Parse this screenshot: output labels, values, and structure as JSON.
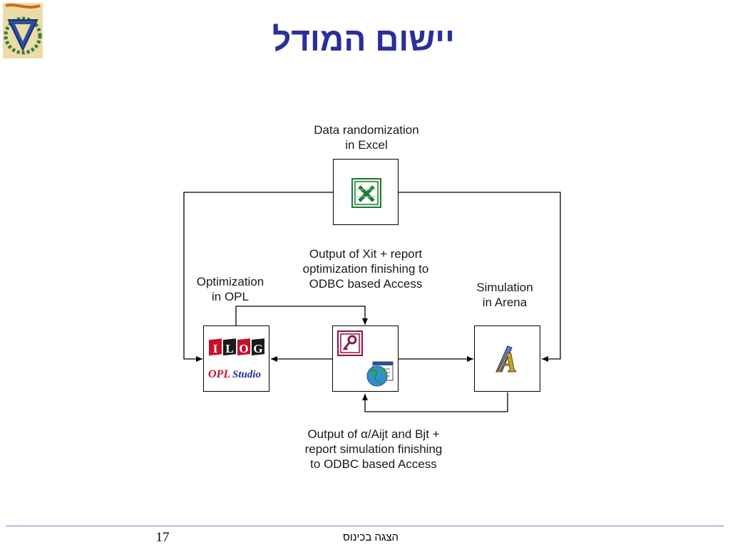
{
  "slide": {
    "title": "יישום המודל",
    "page_number": "17",
    "footer_text": "הצגה בכינוס"
  },
  "nodes": {
    "excel": {
      "label_line1": "Data randomization",
      "label_line2": "in Excel",
      "icon": "excel-icon"
    },
    "opl": {
      "label_line1": "Optimization",
      "label_line2": "in OPL",
      "logo_top": "ILOG",
      "logo_bottom": "OPL Studio",
      "icon": "ilog-opl-studio-logo"
    },
    "access": {
      "icon": "access-odbc-icon"
    },
    "arena": {
      "label_line1": "Simulation",
      "label_line2": "in Arena",
      "icon": "arena-icon"
    }
  },
  "annotations": {
    "top": {
      "line1": "Output of  Xit + report",
      "line2": "optimization finishing to",
      "line3": "ODBC based Access"
    },
    "bottom": {
      "line1": "Output of α/Aijt and Bjt +",
      "line2": "report simulation finishing",
      "line3": "to ODBC based Access"
    }
  },
  "colors": {
    "title": "#2a2f9a",
    "footer_line": "#7a7fc6",
    "excel_green": "#1e7b34",
    "ilog_red": "#c8102e",
    "access_maroon": "#8b1a4a",
    "arena_gold": "#c9a227"
  }
}
